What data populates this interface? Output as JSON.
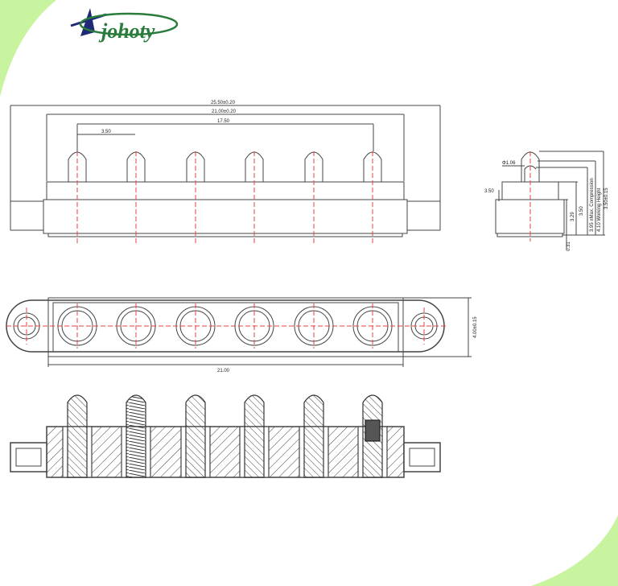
{
  "brand": {
    "name": "johoty"
  },
  "colors": {
    "corner_green": "#c8f4a0",
    "brand_green": "#2a7c3c",
    "brand_blue": "#1e2a78",
    "centerline": "#e84040"
  },
  "top_view": {
    "overall_length": "25.50±0.20",
    "body_length": "21.00±0.20",
    "pin_span": "17.50",
    "pitch": "3.50"
  },
  "side_view": {
    "pin_diameter": "Φ1.06",
    "body_height": "3.50",
    "dim_a": "3.29",
    "dim_b": "3.50",
    "compression": "3.95 ±Max. Compression",
    "working_height": "4.10 Working Height",
    "free_height": "3.50±0.15",
    "base": "0.31"
  },
  "plan_view": {
    "width": "4.00±0.15",
    "length": "21.00"
  }
}
